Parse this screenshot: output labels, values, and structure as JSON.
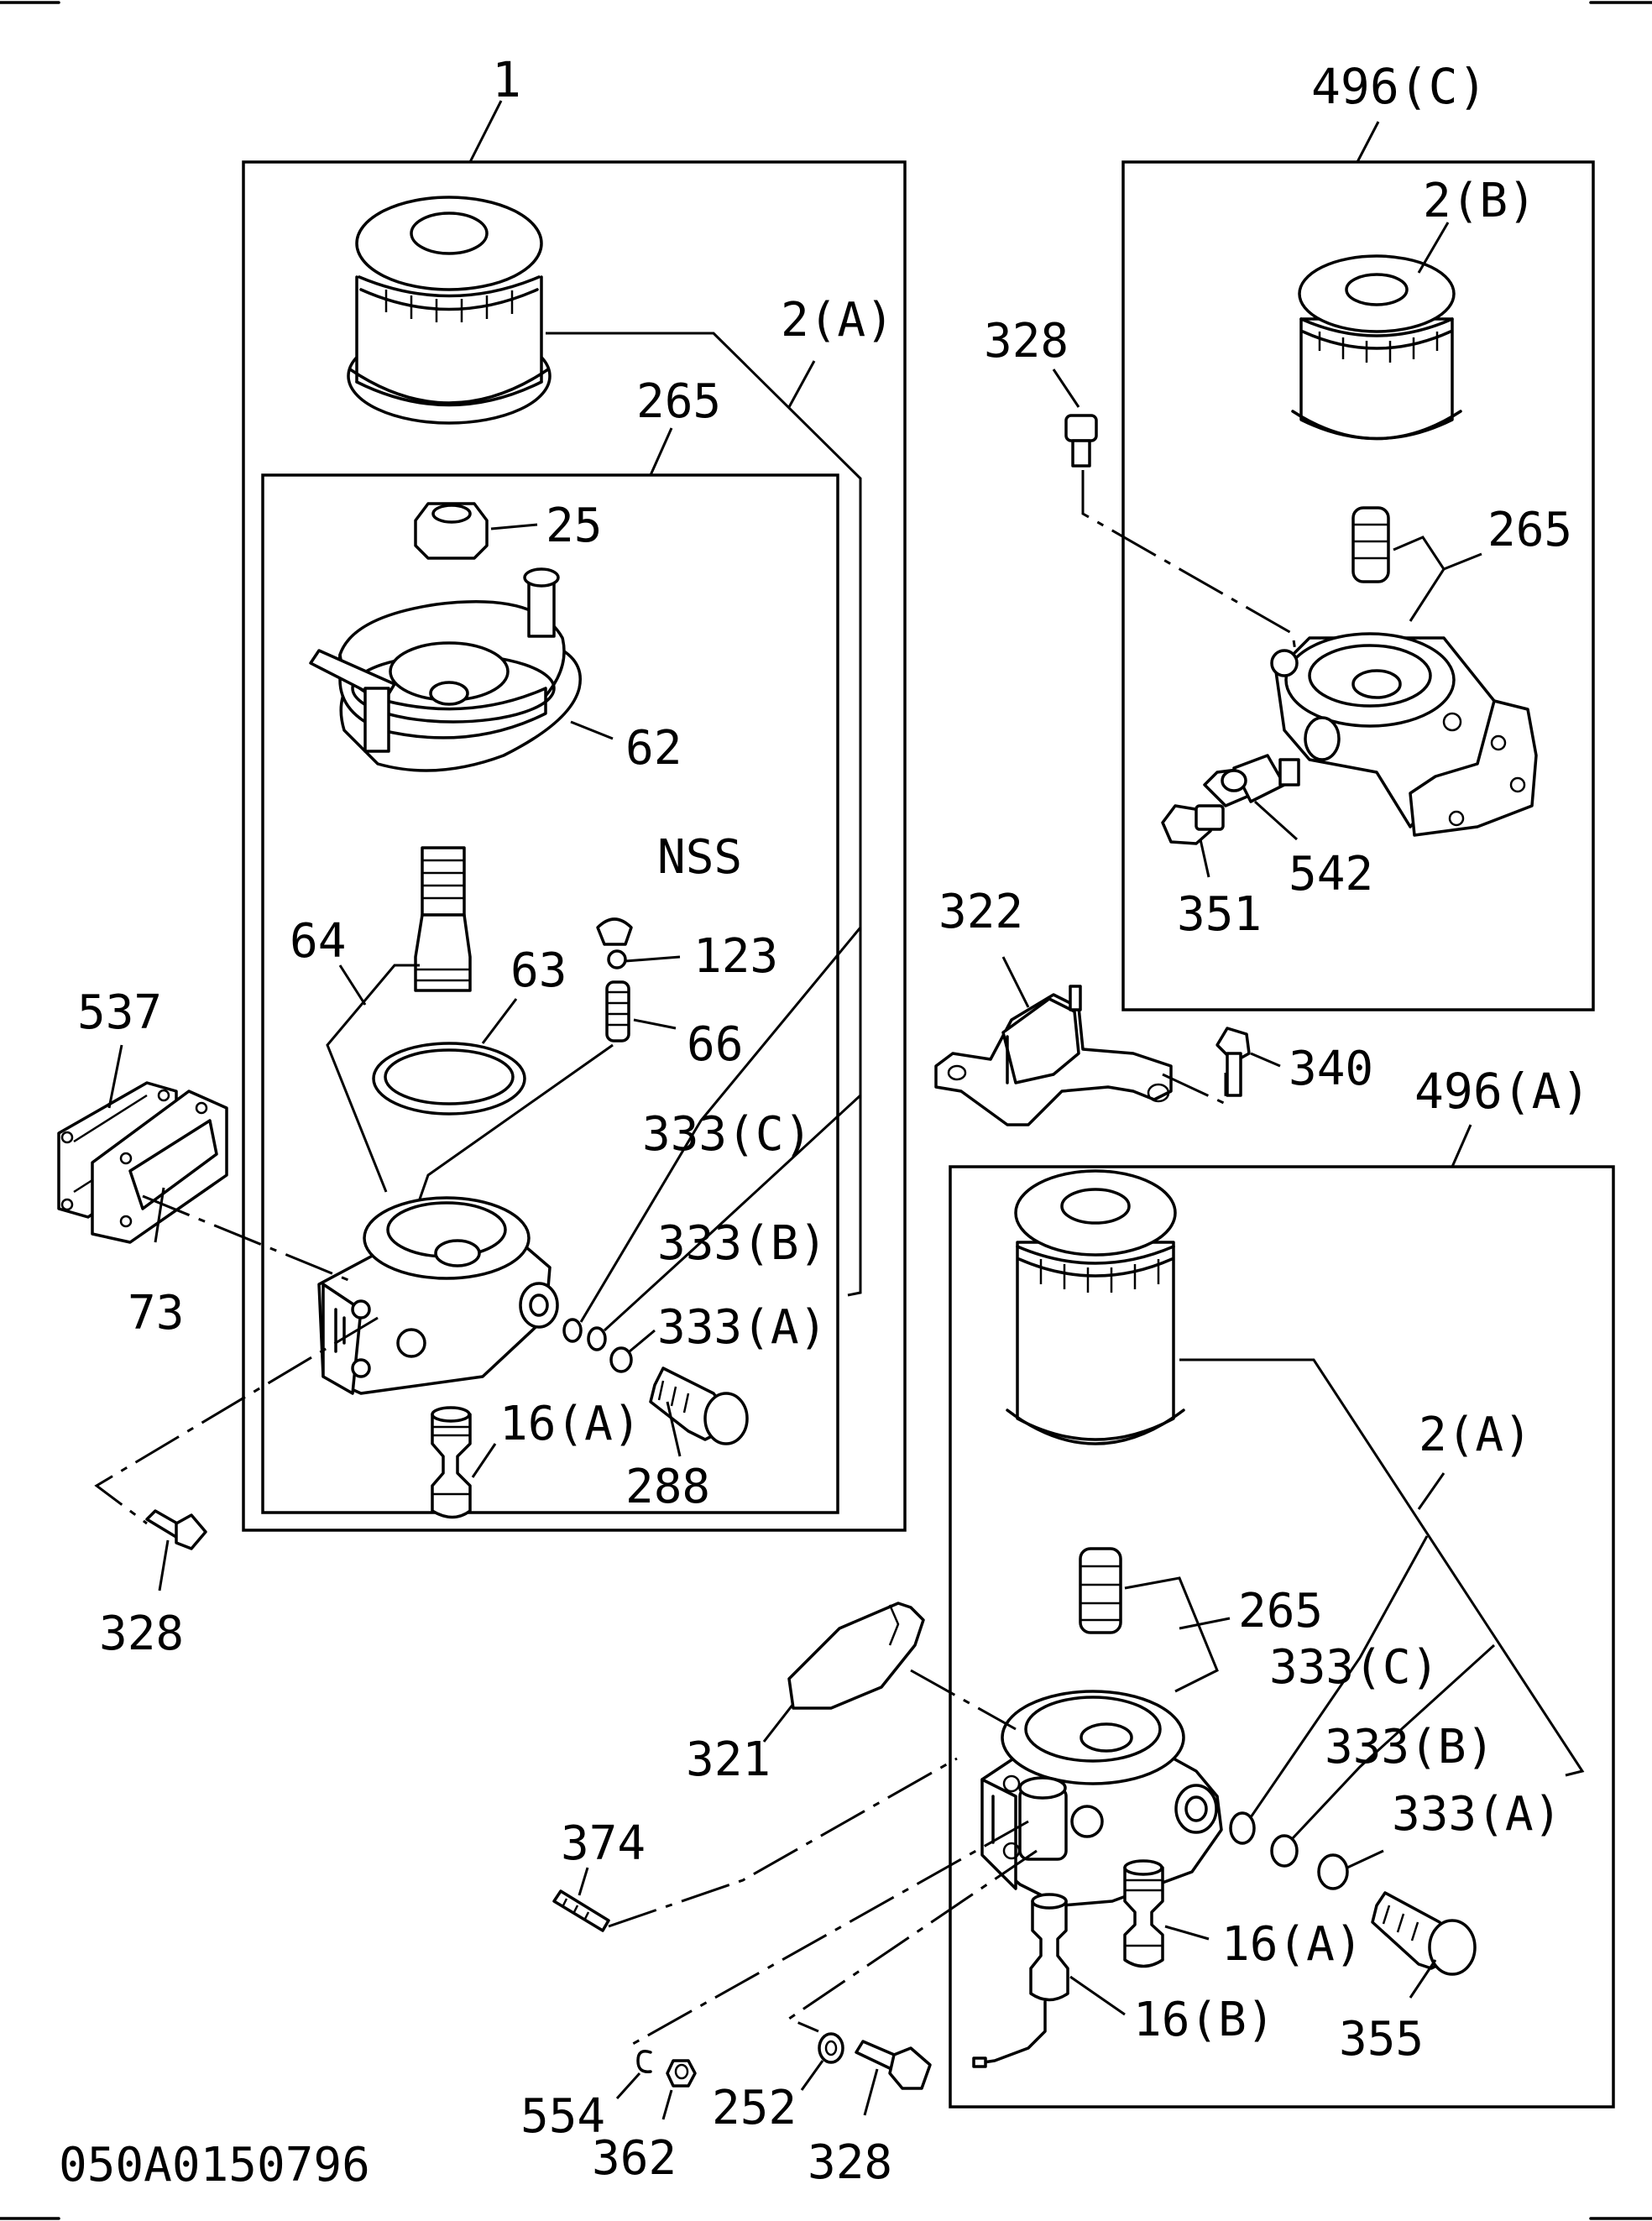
{
  "diagram": {
    "drawing_code": "050A0150796",
    "assemblies": {
      "main": "1",
      "kit_c": "496(C)",
      "kit_a": "496(A)"
    },
    "labels": {
      "l_2a_top": "2(A)",
      "l_265_top": "265",
      "l_25": "25",
      "l_62": "62",
      "l_nss": "NSS",
      "l_64": "64",
      "l_63": "63",
      "l_123": "123",
      "l_66": "66",
      "l_537": "537",
      "l_73": "73",
      "l_333c_top": "333(C)",
      "l_333b_top": "333(B)",
      "l_333a_top": "333(A)",
      "l_16a_top": "16(A)",
      "l_288": "288",
      "l_328_left": "328",
      "l_2b": "2(B)",
      "l_328_tr": "328",
      "l_265_tr": "265",
      "l_542": "542",
      "l_351": "351",
      "l_322": "322",
      "l_340": "340",
      "l_2a_br": "2(A)",
      "l_265_br": "265",
      "l_333c_br": "333(C)",
      "l_333b_br": "333(B)",
      "l_333a_br": "333(A)",
      "l_321": "321",
      "l_374": "374",
      "l_16a_br": "16(A)",
      "l_16b": "16(B)",
      "l_355": "355",
      "l_554": "554",
      "l_362": "362",
      "l_252": "252",
      "l_328_bot": "328"
    }
  }
}
